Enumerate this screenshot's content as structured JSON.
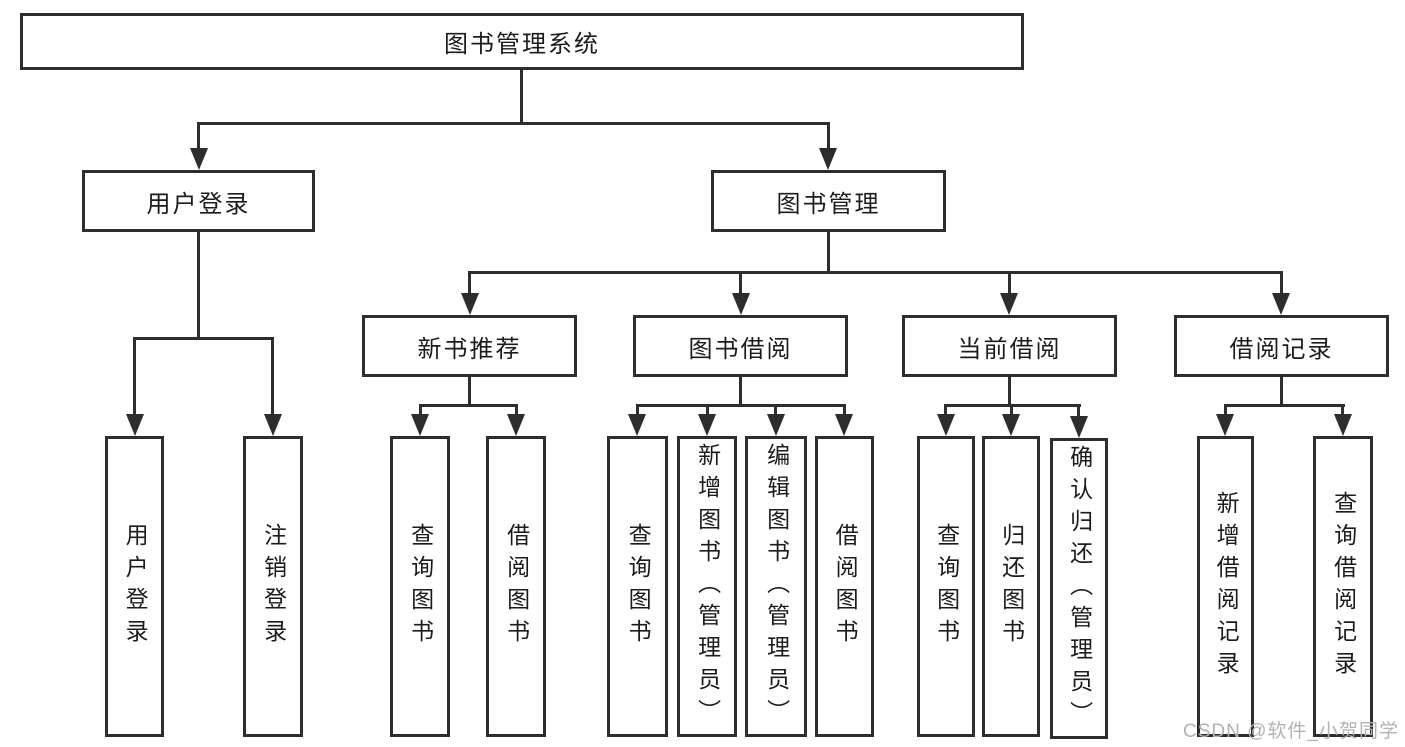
{
  "diagram": {
    "root": "图书管理系统",
    "branches": [
      {
        "label": "用户登录",
        "children": [
          "用户登录",
          "注销登录"
        ]
      },
      {
        "label": "图书管理",
        "children": [
          {
            "label": "新书推荐",
            "children": [
              "查询图书",
              "借阅图书"
            ]
          },
          {
            "label": "图书借阅",
            "children": [
              "查询图书",
              "新增图书（管理员）",
              "编辑图书（管理员）",
              "借阅图书"
            ]
          },
          {
            "label": "当前借阅",
            "children": [
              "查询图书",
              "归还图书",
              "确认归还（管理员）"
            ]
          },
          {
            "label": "借阅记录",
            "children": [
              "新增借阅记录",
              "查询借阅记录"
            ]
          }
        ]
      }
    ]
  },
  "watermark": "CSDN @软件_小贺同学",
  "colors": {
    "line": "#2d2d2d",
    "text": "#1c1c1c",
    "watermark": "#b2b2b2",
    "background": "#ffffff"
  }
}
